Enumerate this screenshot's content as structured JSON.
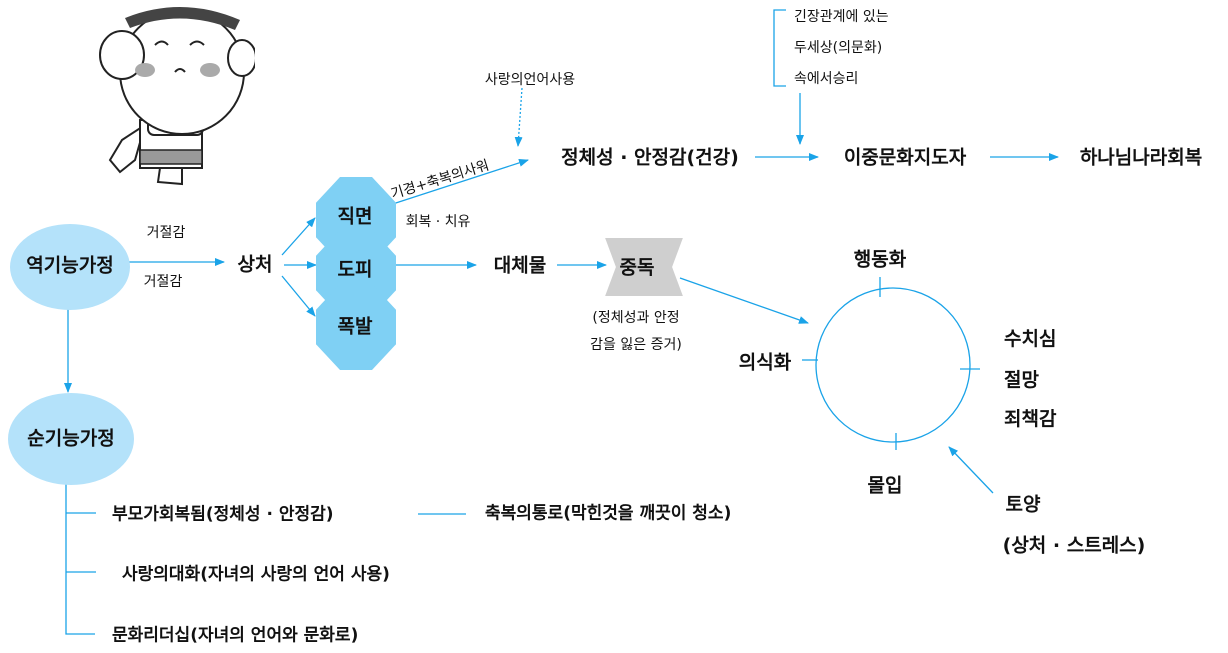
{
  "nodes": {
    "dysfunctional_family": "역기능가정",
    "functional_family": "순기능가정",
    "wound": "상처",
    "confront": "직면",
    "avoid": "도피",
    "explode": "폭발",
    "substitute": "대체물",
    "addiction": "중독",
    "identity": "정체성 · 안정감(건강)",
    "bicultural_leader": "이중문화지도자",
    "kingdom_restoration": "하나님나라회복",
    "behavior": "행동화",
    "consciousness": "의식화",
    "immersion": "몰입",
    "shame": "수치심",
    "despair": "절망",
    "guilt": "죄책감",
    "soil": "토양",
    "soil_note": "(상처 · 스트레스)"
  },
  "edge_labels": {
    "rejection_1": "거절감",
    "rejection_2": "거절감",
    "prayer_blessing": "기경+축복의사워",
    "healing": "회복 · 치유",
    "love_language": "사랑의언어사용",
    "addiction_note": [
      "(정체성과 안정",
      "감을 잃은 증거)"
    ],
    "tension_note": [
      "긴장관계에 있는",
      "두세상(의문화)",
      "속에서승리"
    ]
  },
  "functional_items": [
    {
      "label": "부모가회복됨(정체성 · 안정감)",
      "extra": "축복의통로(막힌것을 깨끗이 청소)"
    },
    {
      "label": "사랑의대화(자녀의 사랑의 언어 사용)",
      "extra": ""
    },
    {
      "label": "문화리더십(자녀의 언어와 문화로)",
      "extra": ""
    }
  ],
  "colors": {
    "line": "#1aa3e8",
    "family_fill": "#b4e2fa",
    "response_fill": "#7fd0f4",
    "addiction_fill": "#cfcfcf"
  }
}
